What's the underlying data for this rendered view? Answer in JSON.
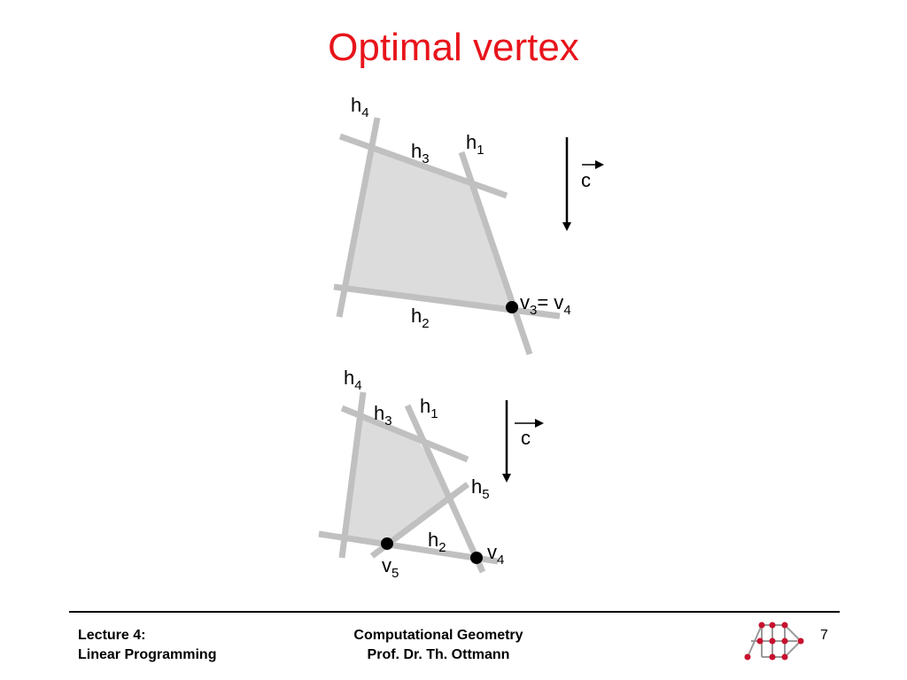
{
  "title": "Optimal vertex",
  "diagram_top": {
    "labels": {
      "h4": {
        "base": "h",
        "sub": "4"
      },
      "h3": {
        "base": "h",
        "sub": "3"
      },
      "h1": {
        "base": "h",
        "sub": "1"
      },
      "h2": {
        "base": "h",
        "sub": "2"
      },
      "c": "c",
      "vertex": {
        "base1": "v",
        "sub1": "3",
        "mid": "= v",
        "sub2": "4"
      }
    }
  },
  "diagram_bottom": {
    "labels": {
      "h4": {
        "base": "h",
        "sub": "4"
      },
      "h3": {
        "base": "h",
        "sub": "3"
      },
      "h1": {
        "base": "h",
        "sub": "1"
      },
      "h5": {
        "base": "h",
        "sub": "5"
      },
      "h2": {
        "base": "h",
        "sub": "2"
      },
      "c": "c",
      "v4": {
        "base": "v",
        "sub": "4"
      },
      "v5": {
        "base": "v",
        "sub": "5"
      }
    }
  },
  "footer": {
    "left_line1": "Lecture 4:",
    "left_line2": "Linear Programming",
    "center_line1": "Computational Geometry",
    "center_line2": "Prof. Dr. Th. Ottmann",
    "page_number": "7"
  },
  "colors": {
    "title": "#e8141b",
    "region_fill": "#dcdcdc",
    "halfplane_line": "#c0c0c0",
    "logo_node": "#c8102e"
  },
  "icons": {
    "logo": "graph-logo-icon"
  }
}
